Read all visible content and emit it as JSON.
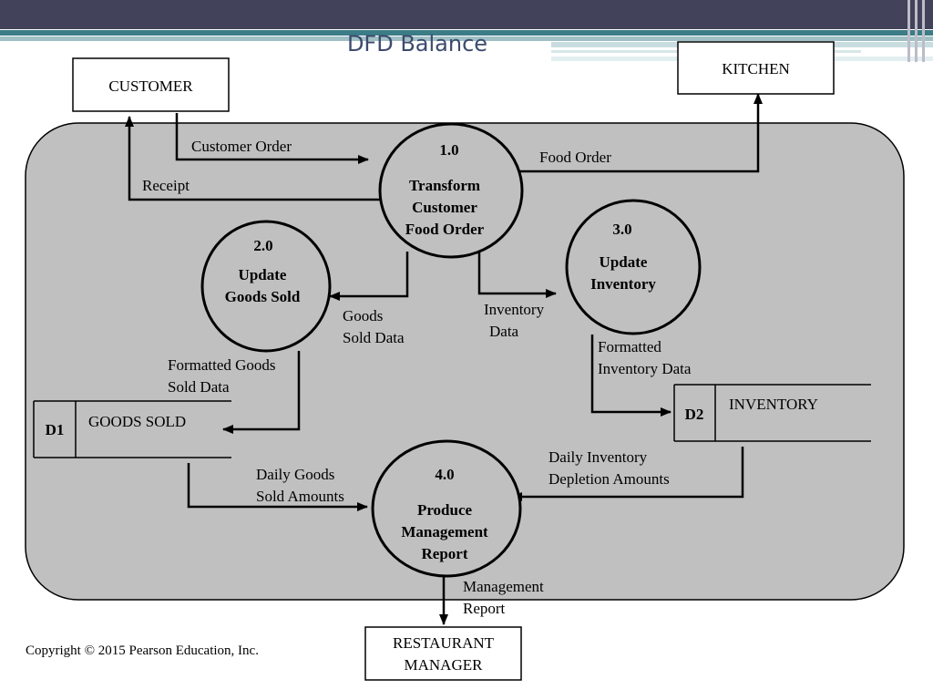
{
  "title": "DFD Balance",
  "copyright": "Copyright © 2015 Pearson Education, Inc.",
  "entities": {
    "customer": "CUSTOMER",
    "kitchen": "KITCHEN",
    "manager": [
      "RESTAURANT",
      "MANAGER"
    ]
  },
  "processes": {
    "p1": {
      "number": "1.0",
      "name": [
        "Transform",
        "Customer",
        "Food Order"
      ]
    },
    "p2": {
      "number": "2.0",
      "name": [
        "Update",
        "Goods Sold"
      ]
    },
    "p3": {
      "number": "3.0",
      "name": [
        "Update",
        "Inventory"
      ]
    },
    "p4": {
      "number": "4.0",
      "name": [
        "Produce",
        "Management",
        "Report"
      ]
    }
  },
  "data_stores": {
    "d1": {
      "id": "D1",
      "name": "GOODS SOLD"
    },
    "d2": {
      "id": "D2",
      "name": "INVENTORY"
    }
  },
  "flows": {
    "customer_order": [
      "Customer Order"
    ],
    "receipt": [
      "Receipt"
    ],
    "food_order": [
      "Food Order"
    ],
    "goods_sold_data": [
      "Goods",
      "Sold Data"
    ],
    "inventory_data": [
      "Inventory",
      "Data"
    ],
    "formatted_goods_sold_data": [
      "Formatted Goods",
      "Sold Data"
    ],
    "formatted_inventory_data": [
      "Formatted",
      "Inventory Data"
    ],
    "daily_goods_sold_amounts": [
      "Daily Goods",
      "Sold Amounts"
    ],
    "daily_inventory_depletion_amounts": [
      "Daily Inventory",
      "Depletion Amounts"
    ],
    "management_report": [
      "Management",
      "Report"
    ]
  },
  "colors": {
    "boundary_fill": "#c0c0c0",
    "line": "#000000",
    "header_dark": "#42425a",
    "header_teal": "#3b7c86",
    "title": "#3c4b6e"
  }
}
